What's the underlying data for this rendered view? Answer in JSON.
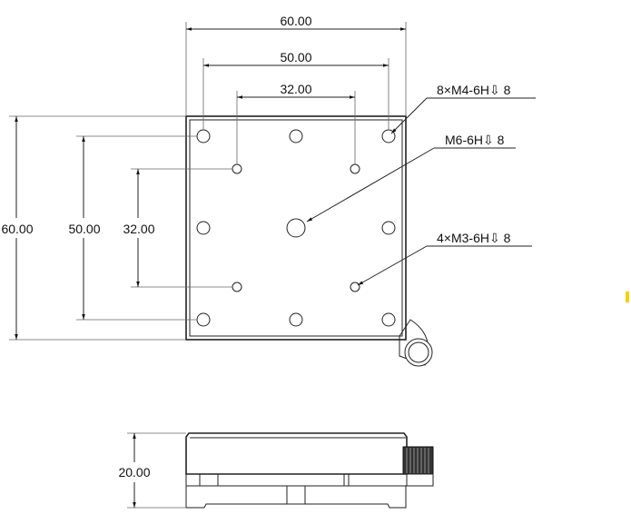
{
  "dimensions": {
    "top_width_60": "60.00",
    "top_width_50": "50.00",
    "top_width_32": "32.00",
    "left_height_60": "60.00",
    "left_height_50": "50.00",
    "left_height_32": "32.00",
    "side_height_20": "20.00"
  },
  "callouts": {
    "m4": "8×M4-6H⇩ 8",
    "m6": "M6-6H⇩ 8",
    "m3": "4×M3-6H⇩ 8"
  },
  "colors": {
    "line": "#222222",
    "marker": "#f5d000"
  }
}
